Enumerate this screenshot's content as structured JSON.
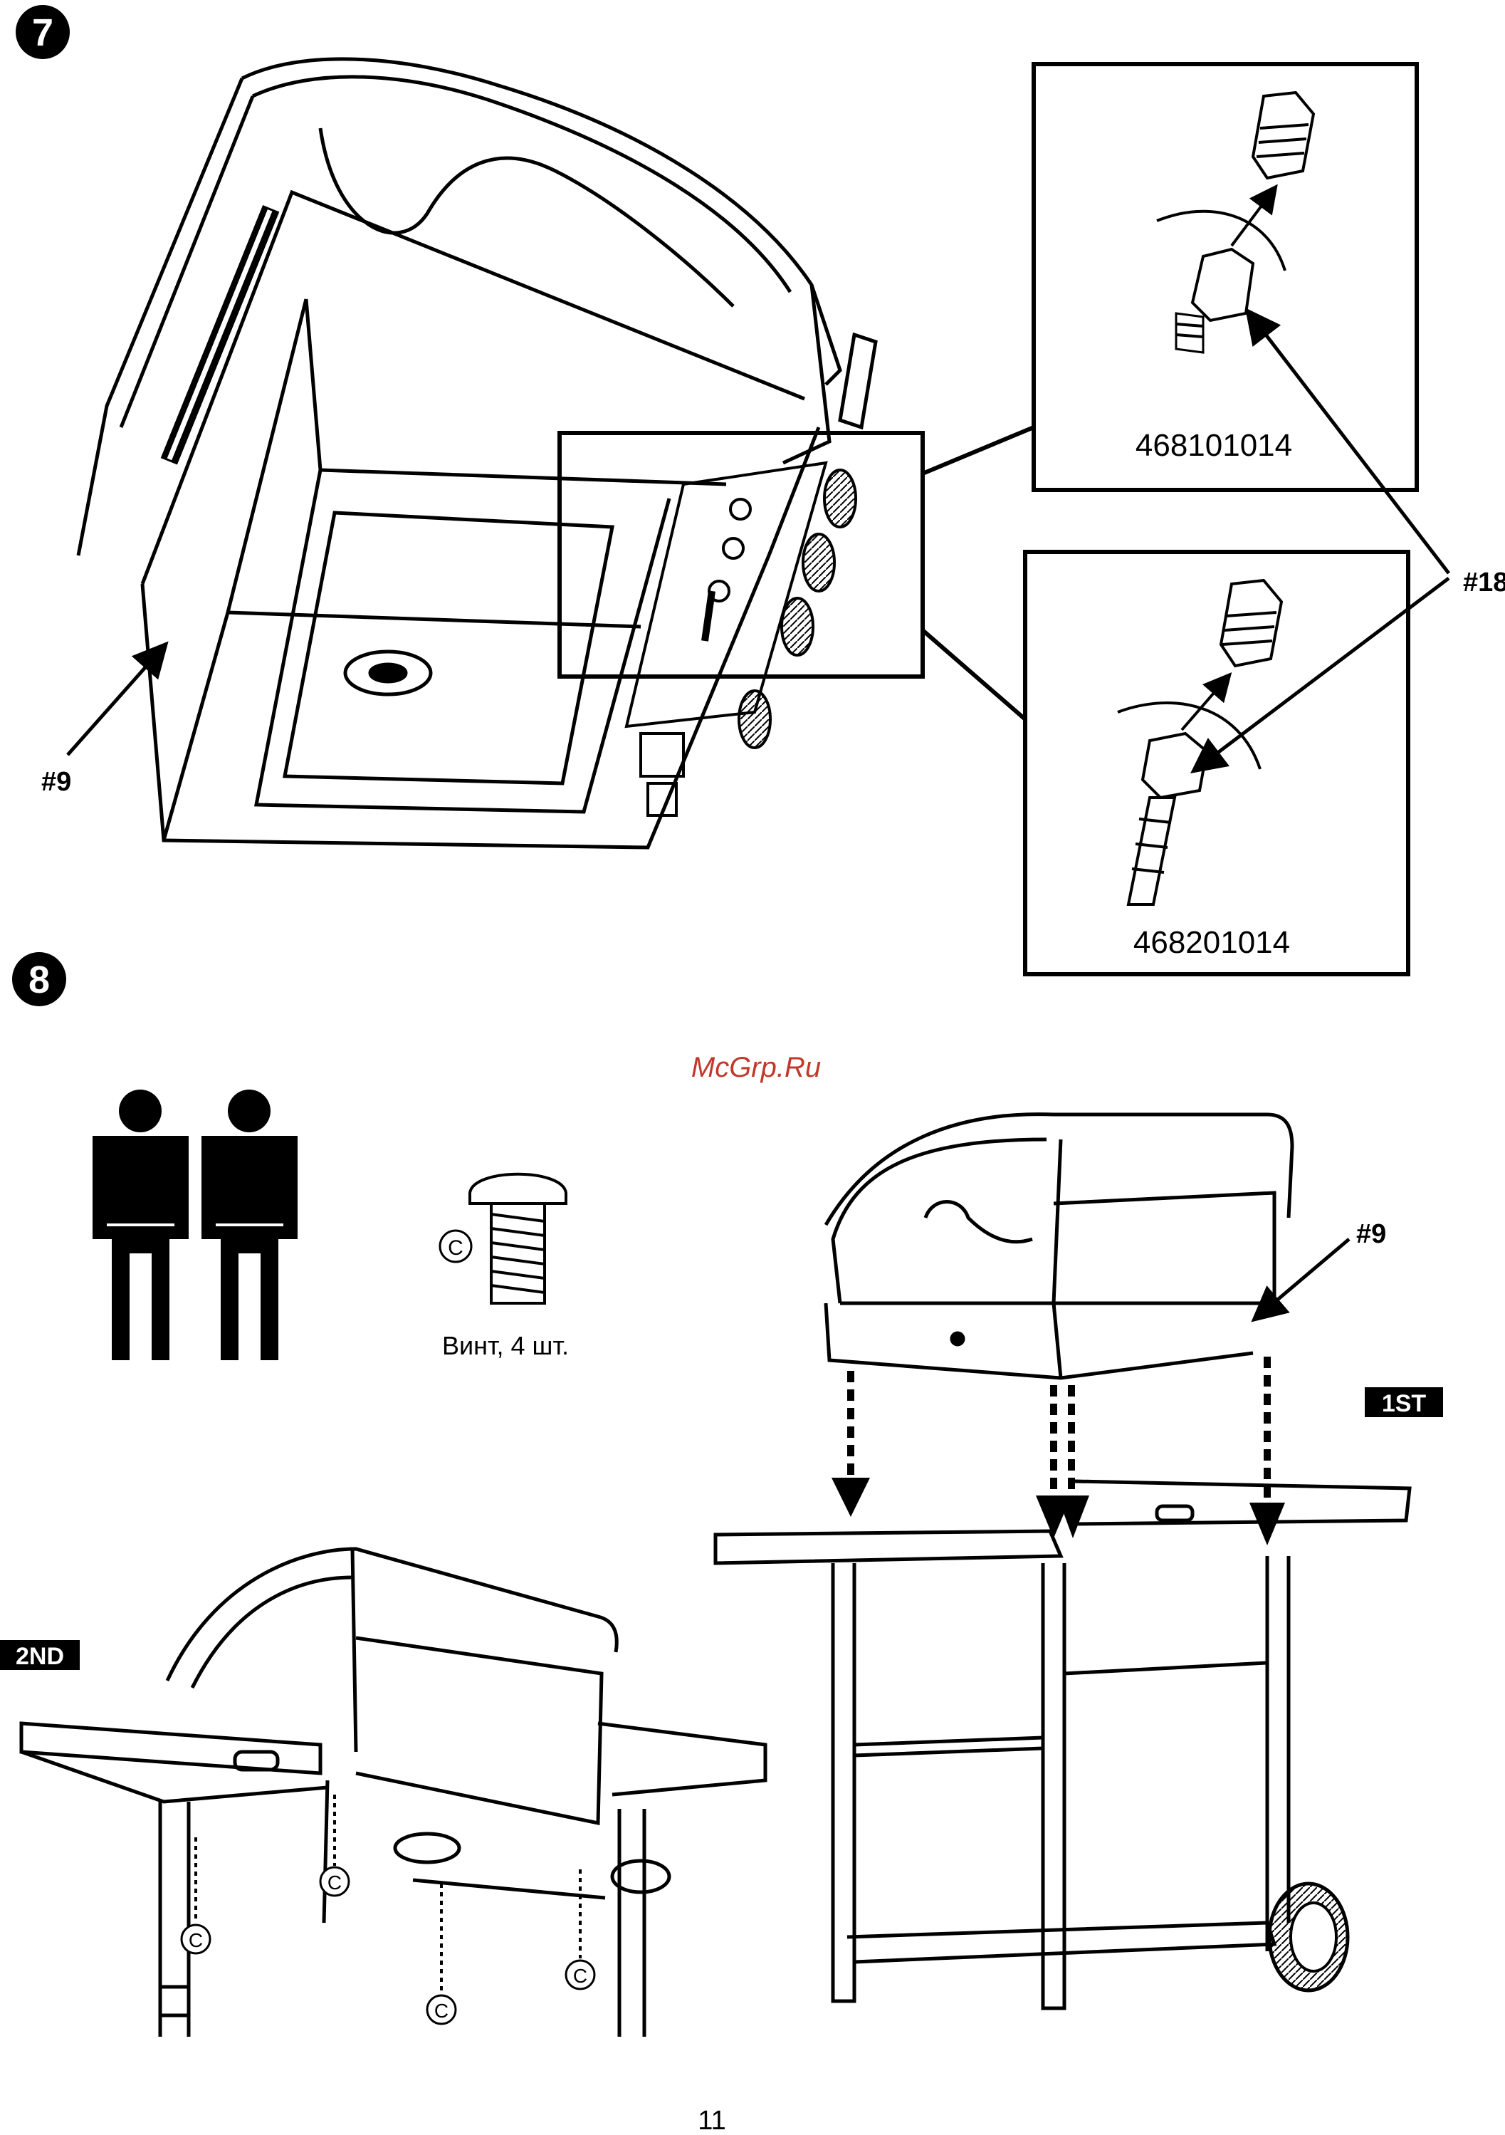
{
  "step7": {
    "badge": "7",
    "callout_9": "#9",
    "callout_18": "#18",
    "part_top": "468101014",
    "part_bottom": "468201014"
  },
  "step8": {
    "badge": "8",
    "watermark": "McGrp.Ru",
    "screw_letter": "C",
    "screw_caption": "Винт, 4 шт.",
    "callout_9": "#9",
    "tag_1st": "1ST",
    "tag_2nd": "2ND",
    "screw_markers": [
      "C",
      "C",
      "C",
      "C"
    ]
  },
  "page_number": "11",
  "icons": [
    "two-person-lift-icon",
    "screw-icon",
    "regulator-fitting-icon",
    "hose-fitting-icon"
  ]
}
